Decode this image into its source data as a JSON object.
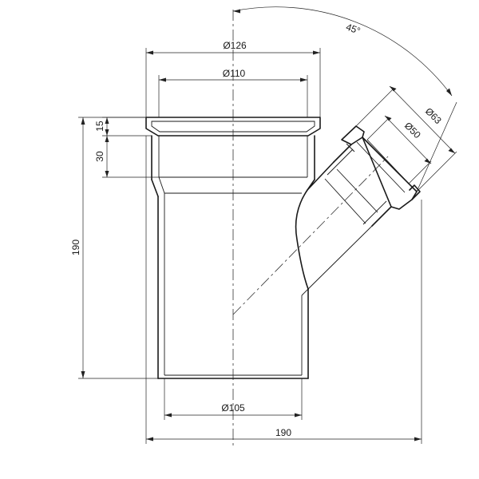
{
  "dimensions": {
    "socket_outer_diameter": "Ø126",
    "socket_inner_diameter": "Ø110",
    "pipe_diameter": "Ø105",
    "branch_outer_diameter": "Ø63",
    "branch_inner_diameter": "Ø50",
    "seal_depth": "15",
    "socket_depth": "30",
    "overall_height": "190",
    "overall_width": "190",
    "branch_angle": "45°"
  }
}
